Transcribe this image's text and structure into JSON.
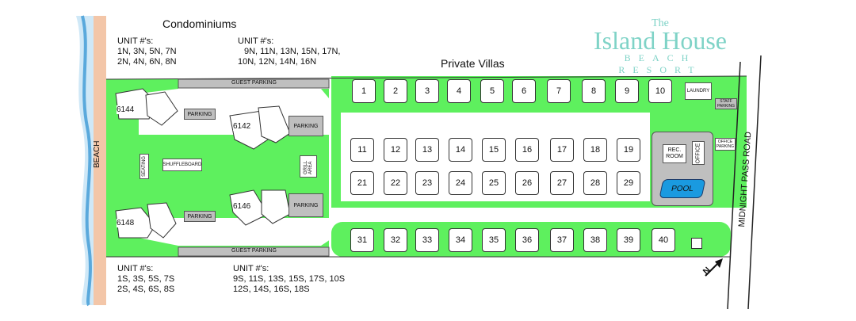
{
  "map": {
    "condominiums_title": "Condominiums",
    "private_villas_title": "Private Villas",
    "north_units": {
      "col1_label": "UNIT #'s:",
      "col1_line1": "1N, 3N, 5N, 7N",
      "col1_line2": "2N, 4N, 6N, 8N",
      "col2_label": "UNIT #'s:",
      "col2_line1": "9N, 11N, 13N, 15N, 17N,",
      "col2_line2": "10N, 12N, 14N, 16N"
    },
    "south_units": {
      "col1_label": "UNIT #'s:",
      "col1_line1": "1S, 3S, 5S, 7S",
      "col1_line2": "2S, 4S, 6S, 8S",
      "col2_label": "UNIT #'s:",
      "col2_line1": "9S, 11S, 13S, 15S, 17S, 10S",
      "col2_line2": "12S, 14S, 16S, 18S"
    },
    "logo": {
      "line1": "The",
      "line2": "Island House",
      "line3": "BEACH RESORT",
      "color": "#7fd3c7"
    },
    "beach_label": "BEACH",
    "road_label": "MIDNIGHT PASS ROAD",
    "guest_parking_top": "GUEST PARKING",
    "guest_parking_bottom": "GUEST PARKING",
    "buildings": {
      "b6144": "6144",
      "b6142": "6142",
      "b6146": "6146",
      "b6148": "6148"
    },
    "parking_labels": {
      "p1": "PARKING",
      "p2": "PARKING",
      "p3": "PARKING",
      "p4": "PARKING"
    },
    "amenities": {
      "seating": "SEATING",
      "shuffleboard": "SHUFFLEBOARD",
      "grill": "GRILL AREA",
      "laundry": "LAUNDRY",
      "staff_parking": "STAFF PARKING",
      "office_parking": "OFFICE PARKING",
      "rec_room": "REC. ROOM",
      "office": "OFFICE",
      "pool": "POOL"
    },
    "villas_row1": [
      "1",
      "2",
      "3",
      "4",
      "5",
      "6",
      "7",
      "8",
      "9",
      "10"
    ],
    "villas_row2": [
      "11",
      "12",
      "13",
      "14",
      "15",
      "16",
      "17",
      "18",
      "19"
    ],
    "villas_row3": [
      "21",
      "22",
      "23",
      "24",
      "25",
      "26",
      "27",
      "28",
      "29"
    ],
    "villas_row4": [
      "31",
      "32",
      "33",
      "34",
      "35",
      "36",
      "37",
      "38",
      "39",
      "40"
    ],
    "north_label": "N",
    "colors": {
      "grass": "#5ef05e",
      "water": "#5aa9dc",
      "sand": "#f3c6a8",
      "pool": "#1a9ae0"
    }
  }
}
